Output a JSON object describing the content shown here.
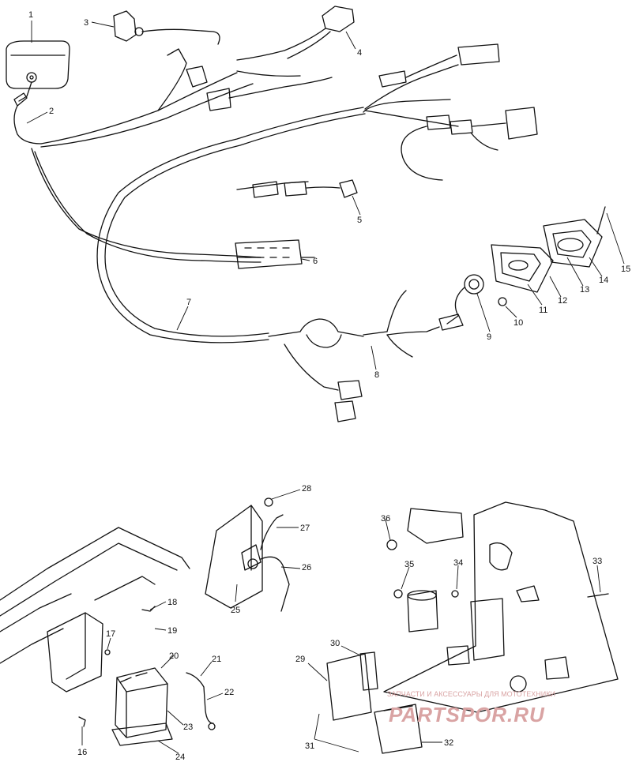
{
  "diagram": {
    "callouts": [
      "1",
      "2",
      "3",
      "4",
      "5",
      "6",
      "7",
      "8",
      "9",
      "10",
      "11",
      "12",
      "13",
      "14",
      "15",
      "16",
      "17",
      "18",
      "19",
      "20",
      "21",
      "22",
      "23",
      "24",
      "25",
      "26",
      "27",
      "28",
      "29",
      "30",
      "31",
      "32",
      "33",
      "34",
      "35",
      "36"
    ]
  },
  "watermark": {
    "tagline": "ЗАПЧАСТИ И АКСЕССУАРЫ ДЛЯ МОТОТЕХНИКИ",
    "logo": "PARTSPOR.RU",
    "color": "#d9a3a3"
  },
  "colors": {
    "ink": "#111111",
    "paper": "#ffffff"
  }
}
